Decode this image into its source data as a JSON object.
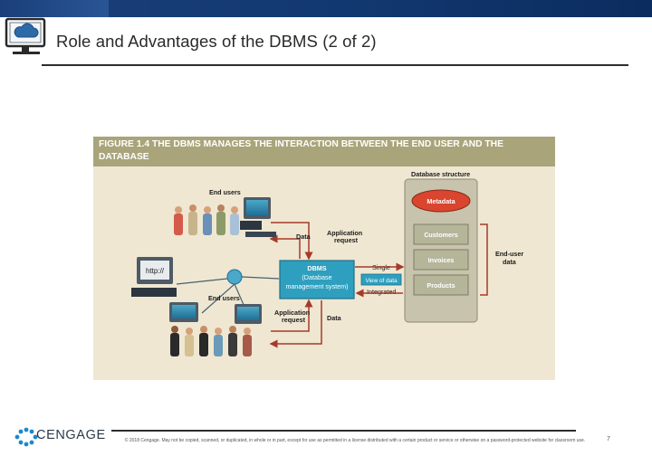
{
  "slide": {
    "title": "Role and Advantages of the DBMS (2 of 2)",
    "page_number": "7"
  },
  "figure": {
    "caption": "FIGURE 1.4  THE DBMS MANAGES THE INTERACTION BETWEEN THE END USER AND THE DATABASE",
    "labels": {
      "end_users_top": "End users",
      "end_users_bottom": "End users",
      "data_top": "Data",
      "data_bottom": "Data",
      "app_request_top_1": "Application",
      "app_request_top_2": "request",
      "app_request_bottom_1": "Application",
      "app_request_bottom_2": "request",
      "http": "http://",
      "dbms_1": "DBMS",
      "dbms_2": "(Database",
      "dbms_3": "management system)",
      "single": "Single",
      "view_of_data": "View of data",
      "integrated": "Integrated",
      "database_structure": "Database structure",
      "metadata": "Metadata",
      "customers": "Customers",
      "invoices": "Invoices",
      "products": "Products",
      "end_user_data_1": "End-user",
      "end_user_data_2": "data"
    },
    "colors": {
      "header": "#a9a47a",
      "background": "#efe7d2",
      "dbms_box": "#2f9fbf",
      "metadata": "#d9452e",
      "table": "#b5b59a",
      "arrow": "#a63a2a"
    }
  },
  "footer": {
    "logo_text": "CENGAGE",
    "copyright": "© 2018 Cengage. May not be copied, scanned, or duplicated, in whole or in part, except for use as permitted in a license distributed with a certain product or service or otherwise on a password-protected website for classroom use."
  }
}
